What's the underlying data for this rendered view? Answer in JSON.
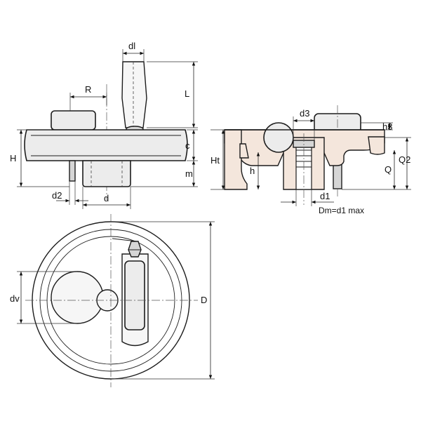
{
  "labels": {
    "dl": "dl",
    "R": "R",
    "L": "L",
    "H": "H",
    "c": "c",
    "m": "m",
    "d2": "d2",
    "d": "d",
    "d3": "d3",
    "h3": "h3",
    "Ht": "Ht",
    "h": "h",
    "Q": "Q",
    "Q2": "Q2",
    "d1": "d1",
    "dm_note": "Dm=d1 max",
    "dv": "dv",
    "D": "D"
  }
}
